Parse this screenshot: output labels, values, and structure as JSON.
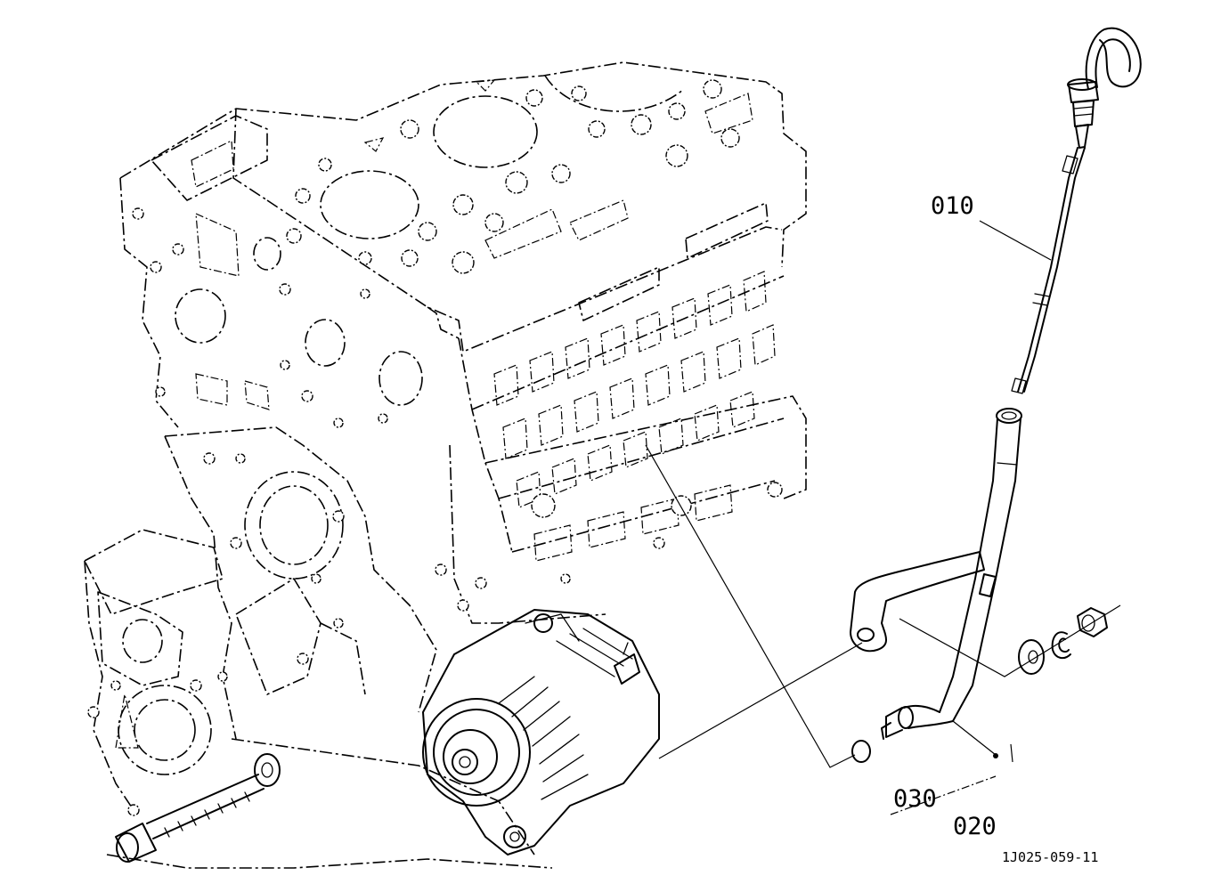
{
  "callouts": {
    "c010": "010",
    "c020": "020",
    "c030": "030"
  },
  "drawing_ref": "1J025-059-11",
  "icons": [
    "engine-block-illustration",
    "dipstick-illustration",
    "dipstick-guide-tube-illustration",
    "o-ring-illustration",
    "washer-illustration",
    "lock-washer-illustration",
    "nut-illustration"
  ]
}
